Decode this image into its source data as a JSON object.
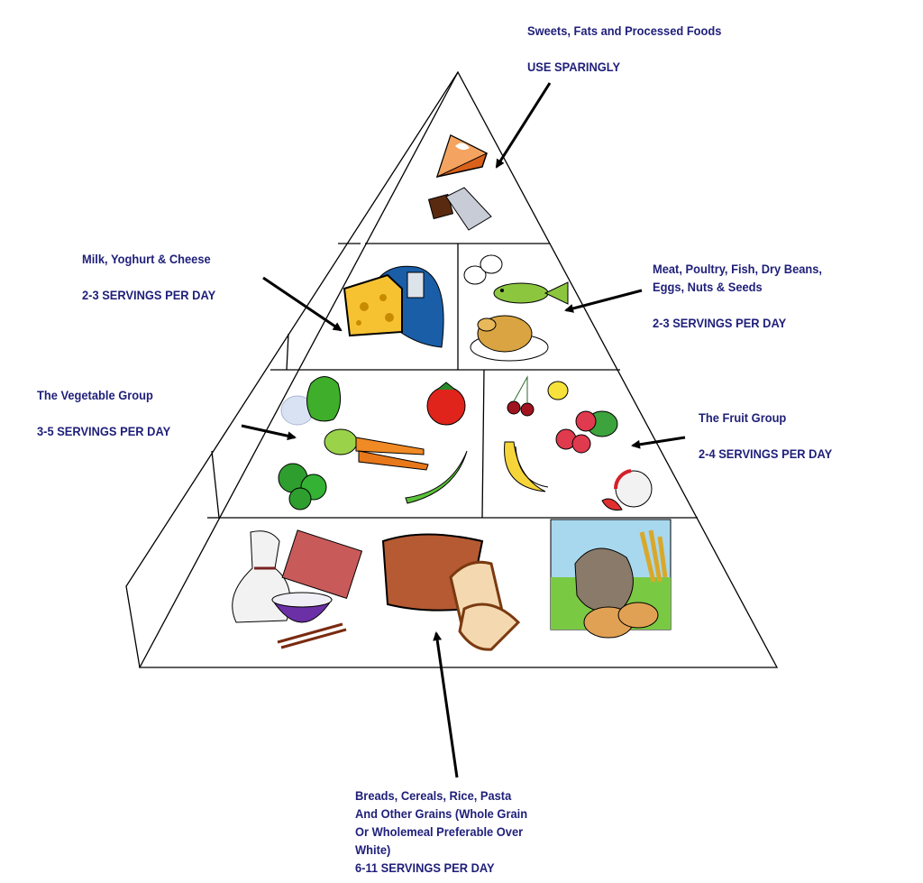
{
  "labels": {
    "sweets": {
      "name": "Sweets, Fats and Processed Foods",
      "servings": "USE SPARINGLY"
    },
    "milk": {
      "name": "Milk, Yoghurt & Cheese",
      "servings": "2-3 SERVINGS PER DAY"
    },
    "meat": {
      "name_lines": [
        "Meat, Poultry, Fish, Dry Beans,",
        "Eggs, Nuts & Seeds"
      ],
      "servings": "2-3 SERVINGS PER DAY"
    },
    "vegetable": {
      "name": "The Vegetable Group",
      "servings": "3-5 SERVINGS PER DAY"
    },
    "fruit": {
      "name": "The Fruit Group",
      "servings": "2-4 SERVINGS PER DAY"
    },
    "grains": {
      "name_lines": [
        "Breads, Cereals, Rice, Pasta",
        "And Other Grains (Whole Grain",
        "Or Wholemeal Preferable Over",
        "White)"
      ],
      "servings": "6-11 SERVINGS PER DAY"
    }
  },
  "illustrations": {
    "tier1": [
      "pie-icon",
      "chocolate-bar-icon"
    ],
    "tier2_left": [
      "cheese-icon",
      "milk-carton-icon"
    ],
    "tier2_right": [
      "eggs-icon",
      "fish-icon",
      "roast-chicken-icon"
    ],
    "tier3_left": [
      "green-pepper-icon",
      "tomato-icon",
      "lettuce-icon",
      "carrots-icon",
      "broccoli-icon",
      "pea-pod-icon"
    ],
    "tier3_right": [
      "cherries-icon",
      "lemon-icon",
      "strawberries-icon",
      "bananas-icon",
      "apple-icon"
    ],
    "tier4": [
      "flour-sack-icon",
      "rice-bowl-icon",
      "chopsticks-icon",
      "bread-loaf-icon",
      "grain-sack-icon",
      "wheat-icon",
      "bread-rolls-icon"
    ]
  },
  "colors": {
    "label_text": "#1f1f7a",
    "outline": "#000000",
    "arrow": "#000000"
  }
}
